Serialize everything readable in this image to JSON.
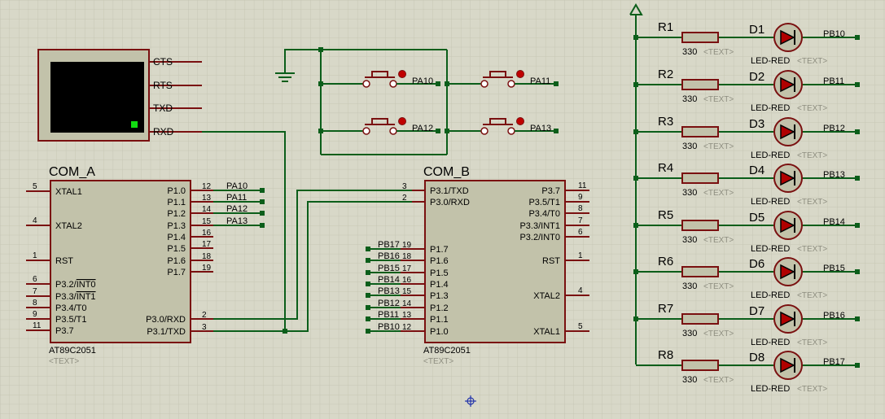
{
  "terminal": {
    "pins": [
      "CTS",
      "RTS",
      "TXD",
      "RXD"
    ]
  },
  "com_a": {
    "name": "COM_A",
    "part": "AT89C2051",
    "text": "<TEXT>",
    "left_pins": [
      {
        "num": "5",
        "label": "XTAL1"
      },
      {
        "num": "4",
        "label": "XTAL2"
      },
      {
        "num": "1",
        "label": "RST"
      },
      {
        "num": "6",
        "label": "P3.2/INT0"
      },
      {
        "num": "7",
        "label": "P3.3/INT1"
      },
      {
        "num": "8",
        "label": "P3.4/T0"
      },
      {
        "num": "9",
        "label": "P3.5/T1"
      },
      {
        "num": "11",
        "label": "P3.7"
      }
    ],
    "right_pins": [
      {
        "num": "12",
        "label": "P1.0",
        "net": "PA10"
      },
      {
        "num": "13",
        "label": "P1.1",
        "net": "PA11"
      },
      {
        "num": "14",
        "label": "P1.2",
        "net": "PA12"
      },
      {
        "num": "15",
        "label": "P1.3",
        "net": "PA13"
      },
      {
        "num": "16",
        "label": "P1.4",
        "net": ""
      },
      {
        "num": "17",
        "label": "P1.5",
        "net": ""
      },
      {
        "num": "18",
        "label": "P1.6",
        "net": ""
      },
      {
        "num": "19",
        "label": "P1.7",
        "net": ""
      },
      {
        "num": "2",
        "label": "P3.0/RXD",
        "net": ""
      },
      {
        "num": "3",
        "label": "P3.1/TXD",
        "net": ""
      }
    ]
  },
  "com_b": {
    "name": "COM_B",
    "part": "AT89C2051",
    "text": "<TEXT>",
    "left_pins": [
      {
        "num": "3",
        "label": "P3.1/TXD",
        "net": ""
      },
      {
        "num": "2",
        "label": "P3.0/RXD",
        "net": ""
      },
      {
        "num": "19",
        "label": "P1.7",
        "net": "PB17"
      },
      {
        "num": "18",
        "label": "P1.6",
        "net": "PB16"
      },
      {
        "num": "17",
        "label": "P1.5",
        "net": "PB15"
      },
      {
        "num": "16",
        "label": "P1.4",
        "net": "PB14"
      },
      {
        "num": "15",
        "label": "P1.3",
        "net": "PB13"
      },
      {
        "num": "14",
        "label": "P1.2",
        "net": "PB12"
      },
      {
        "num": "13",
        "label": "P1.1",
        "net": "PB11"
      },
      {
        "num": "12",
        "label": "P1.0",
        "net": "PB10"
      }
    ],
    "right_pins": [
      {
        "num": "11",
        "label": "P3.7"
      },
      {
        "num": "9",
        "label": "P3.5/T1"
      },
      {
        "num": "8",
        "label": "P3.4/T0"
      },
      {
        "num": "7",
        "label": "P3.3/INT1"
      },
      {
        "num": "6",
        "label": "P3.2/INT0"
      },
      {
        "num": "1",
        "label": "RST"
      },
      {
        "num": "4",
        "label": "XTAL2"
      },
      {
        "num": "5",
        "label": "XTAL1"
      }
    ]
  },
  "buttons": [
    "PA10",
    "PA11",
    "PA12",
    "PA13"
  ],
  "leds": [
    {
      "r": "R1",
      "d": "D1",
      "net": "PB10"
    },
    {
      "r": "R2",
      "d": "D2",
      "net": "PB11"
    },
    {
      "r": "R3",
      "d": "D3",
      "net": "PB12"
    },
    {
      "r": "R4",
      "d": "D4",
      "net": "PB13"
    },
    {
      "r": "R5",
      "d": "D5",
      "net": "PB14"
    },
    {
      "r": "R6",
      "d": "D6",
      "net": "PB15"
    },
    {
      "r": "R7",
      "d": "D7",
      "net": "PB16"
    },
    {
      "r": "R8",
      "d": "D8",
      "net": "PB17"
    }
  ],
  "resistor_value": "330",
  "led_type": "LED-RED",
  "text_placeholder": "<TEXT>",
  "colors": {
    "background": "#d8d8c8",
    "grid": "#c6c6b4",
    "wire": "#0b5e1a",
    "body": "#c2c2aa",
    "outline": "#7a1010",
    "led": "#b00000"
  }
}
